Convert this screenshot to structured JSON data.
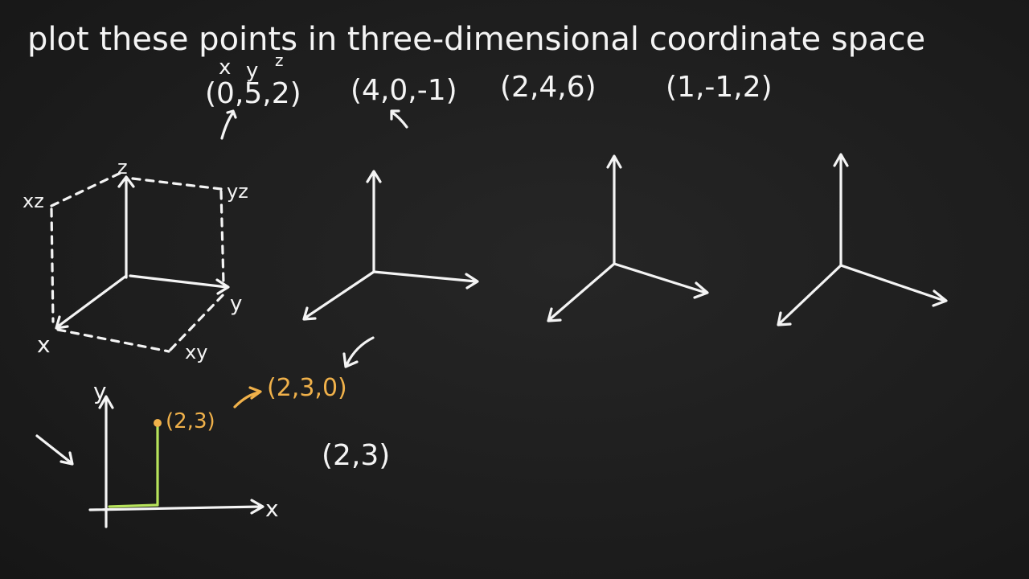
{
  "title": "plot these points in three-dimensional coordinate space",
  "header_labels": {
    "x": "x",
    "y": "y",
    "z": "z"
  },
  "points": [
    "(0,5,2)",
    "(4,0,-1)",
    "(2,4,6)",
    "(1,-1,2)"
  ],
  "cube_diagram": {
    "z_label": "z",
    "y_label": "y",
    "x_label": "x",
    "xz_label": "xz",
    "yz_label": "yz",
    "xy_label": "xy"
  },
  "plane_example": {
    "y_axis_label": "y",
    "x_axis_label": "x",
    "point_label": "(2,3)",
    "mapped_label": "(2,3,0)",
    "standalone_label": "(2,3)"
  },
  "colors": {
    "board": "#1c1c1c",
    "chalk": "#f4f4f4",
    "green": "#b7e35b",
    "orange": "#f0b14a"
  }
}
